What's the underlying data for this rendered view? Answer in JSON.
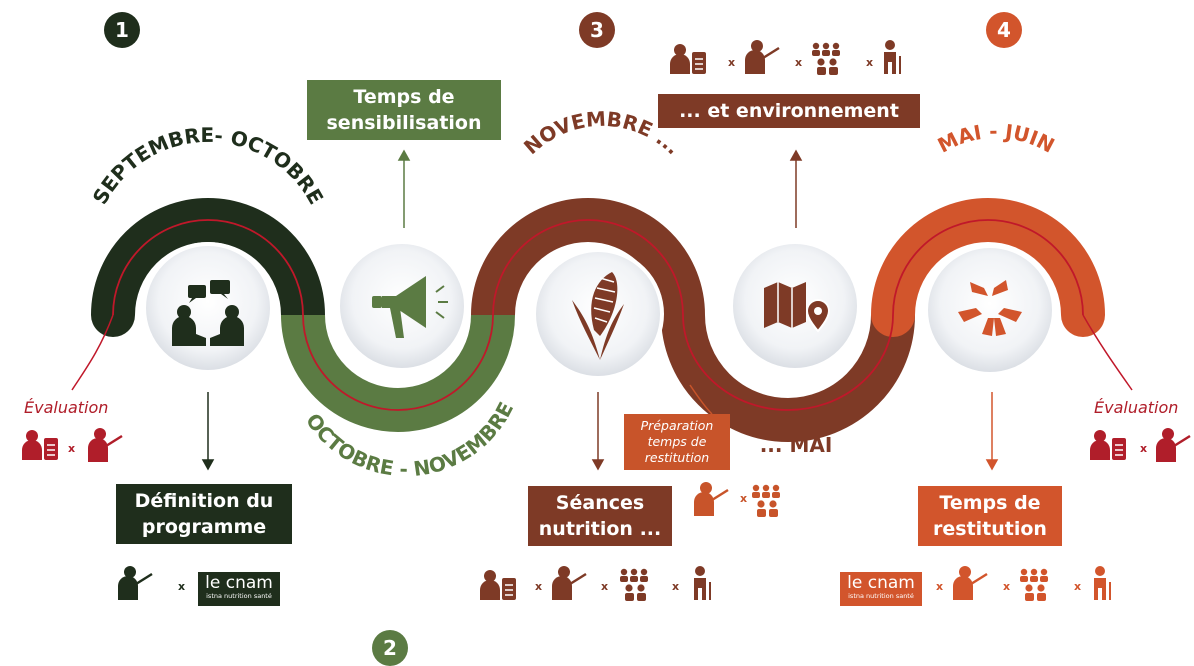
{
  "colors": {
    "phase1": "#1f2e1c",
    "phase2": "#5b7b43",
    "phase3": "#7e3a26",
    "phase4": "#d2552c",
    "evaluation": "#b01e2a",
    "accent_line": "#c0182a"
  },
  "steps": [
    {
      "number": "1",
      "period": "SEPTEMBRE- OCTOBRE",
      "icon": "meeting-people-icon"
    },
    {
      "number": "2",
      "period": "OCTOBRE - NOVEMBRE",
      "icon": "megaphone-icon"
    },
    {
      "number": "3",
      "period": "NOVEMBRE ...",
      "icon": "corn-icon"
    },
    {
      "number": "",
      "period": "... MAI",
      "icon": "map-pin-icon"
    },
    {
      "number": "4",
      "period": "MAI - JUIN",
      "icon": "hands-circle-icon"
    }
  ],
  "boxes": {
    "definition": [
      "Définition du",
      "programme"
    ],
    "sensibilisation": [
      "Temps de",
      "sensibilisation"
    ],
    "seances": [
      "Séances",
      "nutrition ..."
    ],
    "environnement": [
      "... et environnement"
    ],
    "restitution": [
      "Temps de",
      "restitution"
    ]
  },
  "preparation": [
    "Préparation",
    "temps de",
    "restitution"
  ],
  "evaluation_label": "Évaluation",
  "multiply": "x",
  "logo": {
    "name": "le cnam",
    "subtitle": "istna nutrition santé"
  }
}
